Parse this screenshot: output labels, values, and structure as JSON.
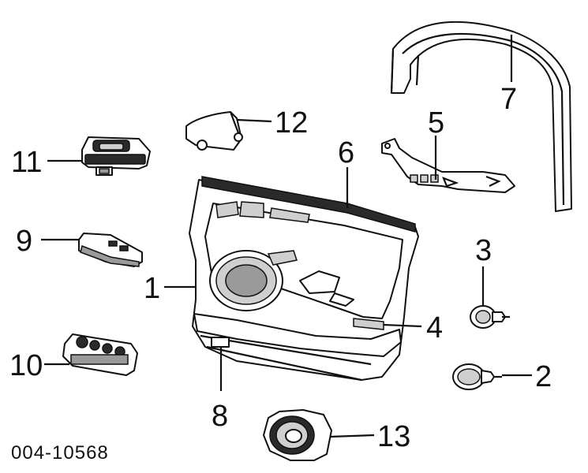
{
  "diagram": {
    "drawing_code": "004-10568",
    "callouts": [
      {
        "id": "1",
        "label": "1"
      },
      {
        "id": "2",
        "label": "2"
      },
      {
        "id": "3",
        "label": "3"
      },
      {
        "id": "4",
        "label": "4"
      },
      {
        "id": "5",
        "label": "5"
      },
      {
        "id": "6",
        "label": "6"
      },
      {
        "id": "7",
        "label": "7"
      },
      {
        "id": "8",
        "label": "8"
      },
      {
        "id": "9",
        "label": "9"
      },
      {
        "id": "10",
        "label": "10"
      },
      {
        "id": "11",
        "label": "11"
      },
      {
        "id": "12",
        "label": "12"
      },
      {
        "id": "13",
        "label": "13"
      }
    ]
  }
}
